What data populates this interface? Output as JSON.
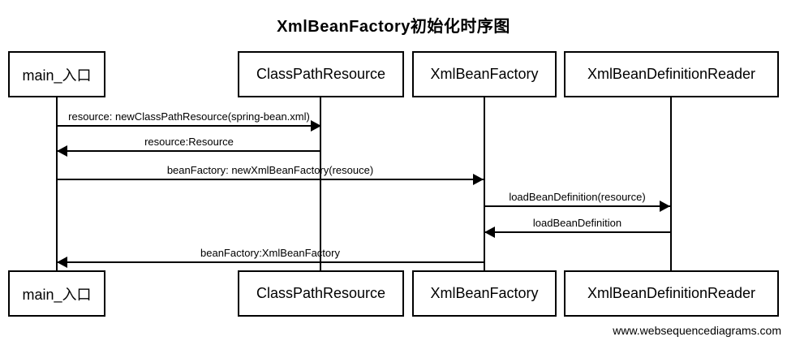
{
  "title": "XmlBeanFactory初始化时序图",
  "diagram_type": "sequence",
  "participants": [
    {
      "label": "main_入口"
    },
    {
      "label": "ClassPathResource"
    },
    {
      "label": "XmlBeanFactory"
    },
    {
      "label": "XmlBeanDefinitionReader"
    }
  ],
  "messages": [
    {
      "label": "resource: newClassPathResource(spring-bean.xml)",
      "from": "main_入口",
      "to": "ClassPathResource",
      "direction": "right"
    },
    {
      "label": "resource:Resource",
      "from": "ClassPathResource",
      "to": "main_入口",
      "direction": "left"
    },
    {
      "label": "beanFactory: newXmlBeanFactory(resouce)",
      "from": "main_入口",
      "to": "XmlBeanFactory",
      "direction": "right"
    },
    {
      "label": "loadBeanDefinition(resource)",
      "from": "XmlBeanFactory",
      "to": "XmlBeanDefinitionReader",
      "direction": "right"
    },
    {
      "label": "loadBeanDefinition",
      "from": "XmlBeanDefinitionReader",
      "to": "XmlBeanFactory",
      "direction": "left"
    },
    {
      "label": "beanFactory:XmlBeanFactory",
      "from": "XmlBeanFactory",
      "to": "main_入口",
      "direction": "left"
    }
  ],
  "footer": "www.websequencediagrams.com",
  "colors": {
    "line": "#000000",
    "text": "#000000",
    "background": "#ffffff"
  }
}
